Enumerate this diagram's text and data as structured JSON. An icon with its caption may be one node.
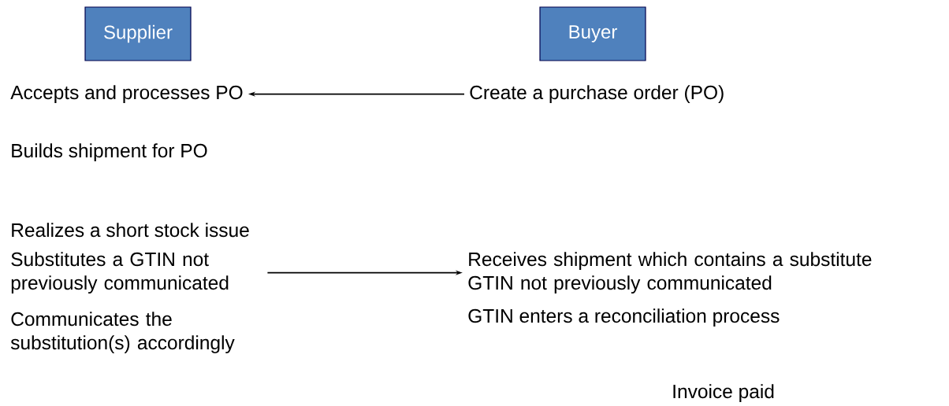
{
  "diagram": {
    "nodes": [
      {
        "text": [
          "Supplier"
        ]
      },
      {
        "text": [
          "Buyer"
        ]
      },
      {
        "text": [
          "Accepts and processes PO"
        ]
      },
      {
        "text": [
          "Create a purchase order (PO)"
        ]
      },
      {
        "text": [
          "Builds shipment for  PO"
        ]
      },
      {
        "text": [
          "Realizes a short stock issue"
        ]
      },
      {
        "text": [
          "Substitutes a GTIN not previously communicated"
        ]
      },
      {
        "text": [
          "Communicates the substitution(s) accordingly"
        ]
      },
      {
        "text": [
          "Receives shipment which contains a substitute GTIN not previously communicated"
        ]
      },
      {
        "text": [
          "GTIN enters a reconciliation process"
        ]
      },
      {
        "text": [
          "Invoice paid"
        ]
      }
    ],
    "edges": [
      {
        "from": 3,
        "to": 2,
        "arrow": "to"
      },
      {
        "from": 6,
        "to": 8,
        "arrow": "to"
      }
    ]
  }
}
